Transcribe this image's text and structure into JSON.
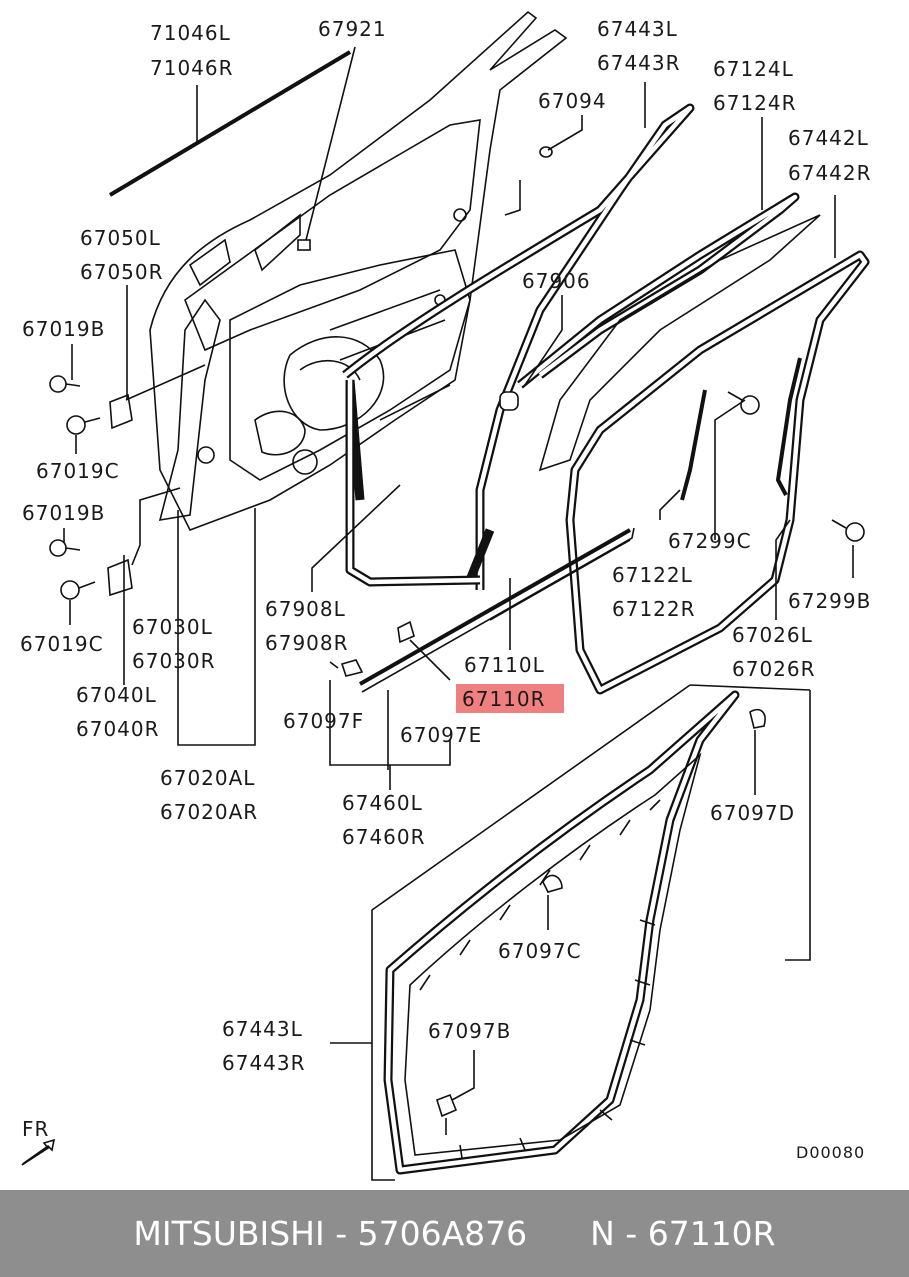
{
  "labels": {
    "p71046l": "71046L",
    "p71046r": "71046R",
    "p67921": "67921",
    "p67443l_top": "67443L",
    "p67443r_top": "67443R",
    "p67094": "67094",
    "p67124l": "67124L",
    "p67124r": "67124R",
    "p67442l": "67442L",
    "p67442r": "67442R",
    "p67050l": "67050L",
    "p67050r": "67050R",
    "p67019b_1": "67019B",
    "p67019c_1": "67019C",
    "p67019b_2": "67019B",
    "p67019c_2": "67019C",
    "p67906": "67906",
    "p67299c": "67299C",
    "p67122l": "67122L",
    "p67122r": "67122R",
    "p67299b": "67299B",
    "p67030l": "67030L",
    "p67030r": "67030R",
    "p67908l": "67908L",
    "p67908r": "67908R",
    "p67026l": "67026L",
    "p67026r": "67026R",
    "p67110l": "67110L",
    "p67110r": "67110R",
    "p67040l": "67040L",
    "p67040r": "67040R",
    "p67097f": "67097F",
    "p67097e": "67097E",
    "p67020al": "67020AL",
    "p67020ar": "67020AR",
    "p67460l": "67460L",
    "p67460r": "67460R",
    "p67097d": "67097D",
    "p67097c": "67097C",
    "p67443l_bot": "67443L",
    "p67443r_bot": "67443R",
    "p67097b": "67097B",
    "fr": "FR",
    "code": "D00080"
  },
  "highlight": {
    "part": "67110R",
    "color": "#f08080"
  },
  "footer": {
    "brand": "MITSUBISHI",
    "part_number": "5706A876",
    "ref": "N - 67110R",
    "background": "#8e8e8e"
  }
}
